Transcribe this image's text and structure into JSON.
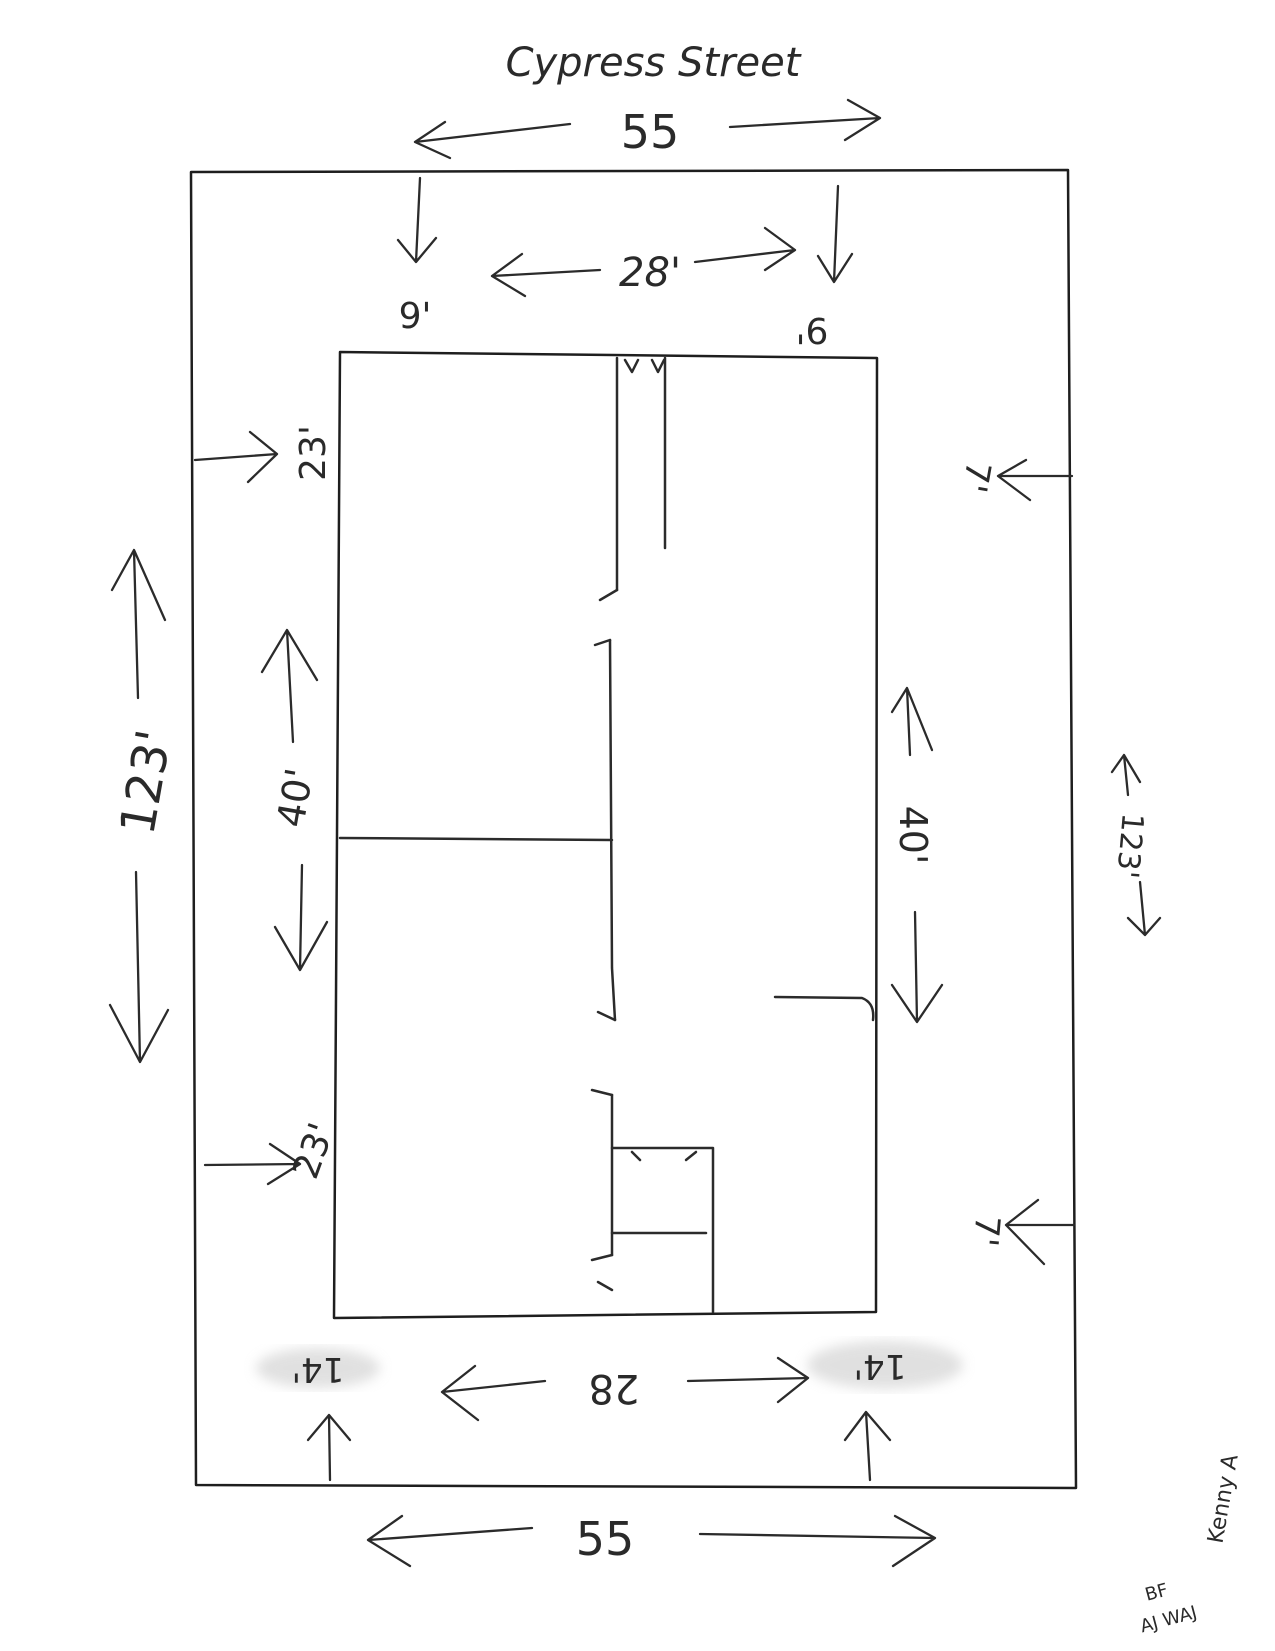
{
  "street": "Cypress Street",
  "dims": {
    "top_width": "55",
    "bottom_width": "55",
    "building_width_top": "28'",
    "building_width_bottom": "28",
    "setback_top_left": "9'",
    "setback_top_right": "9'",
    "setback_side_upper": "23'",
    "setback_side_lower": "23'",
    "lot_depth_left": "123'",
    "lot_depth_right": "123'",
    "building_depth_left": "40'",
    "building_depth_right": "40'",
    "right_setback_upper": "7'",
    "right_setback_lower": "7'",
    "bottom_left_corner": "14'",
    "bottom_right_corner": "14'"
  },
  "corner_note": {
    "line1": "Kenny A",
    "line2": "BF",
    "line3": "AJ WAJ"
  },
  "colors": {
    "ink": "#1e1e1e",
    "smudge": "#bcbcbc"
  }
}
